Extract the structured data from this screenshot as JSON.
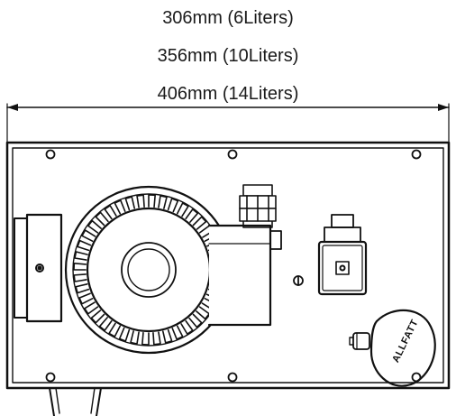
{
  "dimensions": {
    "lines": [
      "306mm (6Liters)",
      "356mm (10Liters)",
      "406mm (14Liters)"
    ]
  },
  "brand_logo_text": "ALLFATT",
  "colors": {
    "line": "#111111",
    "background": "#ffffff"
  }
}
